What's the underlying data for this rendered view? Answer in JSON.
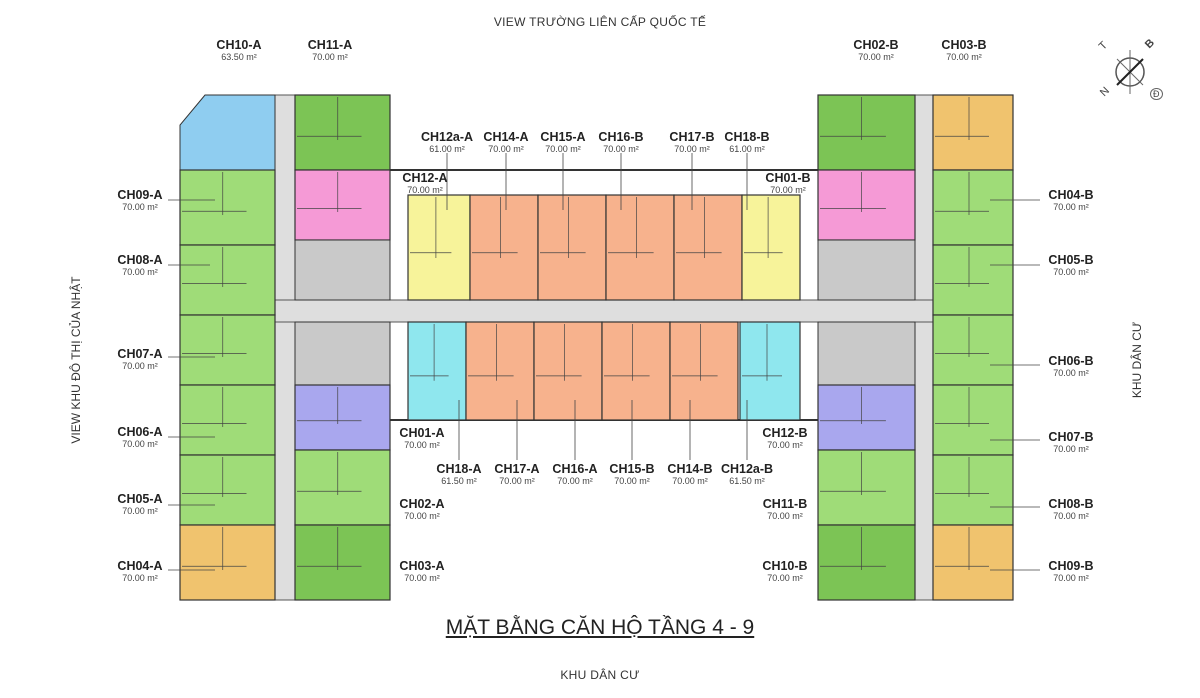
{
  "views": {
    "top": "VIEW TRƯỜNG LIÊN CẤP QUỐC TẾ",
    "left": "VIEW KHU ĐÔ THỊ CỦA NHẬT",
    "right": "KHU DÂN CƯ",
    "bottom": "KHU DÂN CƯ"
  },
  "title": "MẶT BẰNG CĂN HỘ TẦNG 4 - 9",
  "compass": {
    "t": "T",
    "b": "B",
    "n": "N",
    "d": "Đ"
  },
  "colors": {
    "green": "#9fdc78",
    "dark_green": "#7cc455",
    "pink": "#f59ad6",
    "yellow": "#f7f39a",
    "orange": "#f7b28d",
    "cyan": "#8fe7ee",
    "purple": "#a9a7ee",
    "tan": "#f0c36e",
    "blue": "#8fcdf0",
    "core": "#c9c9c9",
    "corridor": "#dedede"
  },
  "units": [
    {
      "code": "CH10-A",
      "area": "63.50 m²"
    },
    {
      "code": "CH11-A",
      "area": "70.00 m²"
    },
    {
      "code": "CH09-A",
      "area": "70.00 m²"
    },
    {
      "code": "CH08-A",
      "area": "70.00 m²"
    },
    {
      "code": "CH07-A",
      "area": "70.00 m²"
    },
    {
      "code": "CH06-A",
      "area": "70.00 m²"
    },
    {
      "code": "CH05-A",
      "area": "70.00 m²"
    },
    {
      "code": "CH04-A",
      "area": "70.00 m²"
    },
    {
      "code": "CH12-A",
      "area": "70.00 m²"
    },
    {
      "code": "CH01-A",
      "area": "70.00 m²"
    },
    {
      "code": "CH02-A",
      "area": "70.00 m²"
    },
    {
      "code": "CH03-A",
      "area": "70.00 m²"
    },
    {
      "code": "CH12a-A",
      "area": "61.00 m²"
    },
    {
      "code": "CH14-A",
      "area": "70.00 m²"
    },
    {
      "code": "CH15-A",
      "area": "70.00 m²"
    },
    {
      "code": "CH16-B",
      "area": "70.00 m²"
    },
    {
      "code": "CH17-B",
      "area": "70.00 m²"
    },
    {
      "code": "CH18-B",
      "area": "61.00 m²"
    },
    {
      "code": "CH18-A",
      "area": "61.50 m²"
    },
    {
      "code": "CH17-A",
      "area": "70.00 m²"
    },
    {
      "code": "CH16-A",
      "area": "70.00 m²"
    },
    {
      "code": "CH15-B",
      "area": "70.00 m²"
    },
    {
      "code": "CH14-B",
      "area": "70.00 m²"
    },
    {
      "code": "CH12a-B",
      "area": "61.50 m²"
    },
    {
      "code": "CH01-B",
      "area": "70.00 m²"
    },
    {
      "code": "CH12-B",
      "area": "70.00 m²"
    },
    {
      "code": "CH11-B",
      "area": "70.00 m²"
    },
    {
      "code": "CH10-B",
      "area": "70.00 m²"
    },
    {
      "code": "CH02-B",
      "area": "70.00 m²"
    },
    {
      "code": "CH03-B",
      "area": "70.00 m²"
    },
    {
      "code": "CH04-B",
      "area": "70.00 m²"
    },
    {
      "code": "CH05-B",
      "area": "70.00 m²"
    },
    {
      "code": "CH06-B",
      "area": "70.00 m²"
    },
    {
      "code": "CH07-B",
      "area": "70.00 m²"
    },
    {
      "code": "CH08-B",
      "area": "70.00 m²"
    },
    {
      "code": "CH09-B",
      "area": "70.00 m²"
    }
  ]
}
